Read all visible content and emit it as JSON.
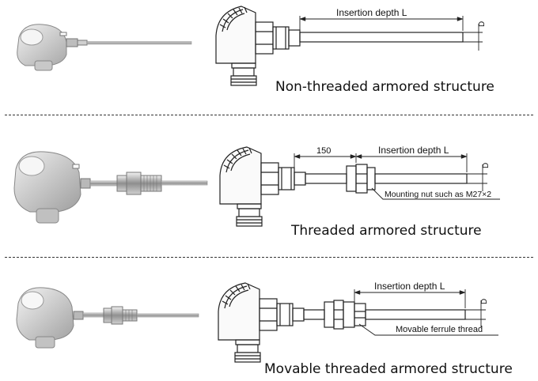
{
  "sections": [
    {
      "caption": "Non-threaded armored structure",
      "labels": {
        "insertion_depth": "Insertion depth L",
        "diameter": "D"
      }
    },
    {
      "caption": "Threaded armored structure",
      "labels": {
        "insertion_depth": "Insertion depth L",
        "diameter": "D",
        "length": "150",
        "nut": "Mounting nut such as M27×2"
      }
    },
    {
      "caption": "Movable threaded armored structure",
      "labels": {
        "insertion_depth": "Insertion depth L",
        "diameter": "D",
        "ferrule": "Movable ferrule thread"
      }
    }
  ],
  "colors": {
    "line": "#222222",
    "head_fill": "#d9d9d9",
    "metal": "#b0b0b0"
  }
}
